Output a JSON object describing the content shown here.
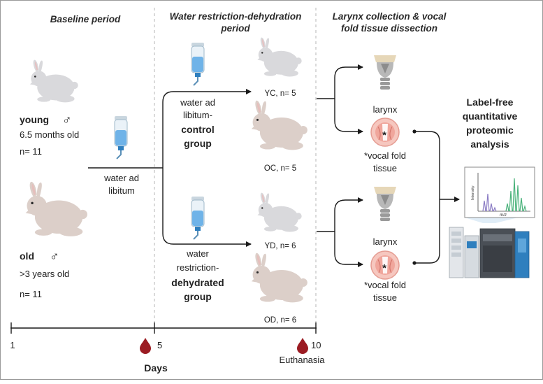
{
  "headers": {
    "baseline": "Baseline period",
    "restriction_line1": "Water restriction-dehydration",
    "restriction_line2": "period",
    "collection_line1": "Larynx collection & vocal",
    "collection_line2": "fold tissue dissection"
  },
  "baseline": {
    "young_label": "young",
    "young_age": "6.5 months old",
    "young_n": "n= 11",
    "old_label": "old",
    "old_age": ">3 years old",
    "old_n": "n= 11",
    "male_symbol": "♂",
    "water_line1": "water ad",
    "water_line2": "libitum"
  },
  "control_group": {
    "line1": "water ad",
    "line2": "libitum-",
    "line3": "control",
    "line4": "group"
  },
  "dehydrated_group": {
    "line1": "water",
    "line2": "restriction-",
    "line3": "dehydrated",
    "line4": "group"
  },
  "subgroups": {
    "yc": "YC, n= 5",
    "oc": "OC, n= 5",
    "yd": "YD, n= 6",
    "od": "OD, n= 6"
  },
  "tissues": {
    "larynx_top": "larynx",
    "vocal_top_line1": "*vocal fold",
    "vocal_top_line2": "tissue",
    "larynx_bottom": "larynx",
    "vocal_bottom_line1": "*vocal fold",
    "vocal_bottom_line2": "tissue",
    "asterisk": "*"
  },
  "analysis": {
    "line1": "Label-free",
    "line2": "quantitative",
    "line3": "proteomic",
    "line4": "analysis",
    "spectrum_ylabel": "Intensity",
    "spectrum_xlabel": "m/z"
  },
  "timeline": {
    "tick_1": "1",
    "tick_5": "5",
    "tick_10": "10",
    "axis_label": "Days",
    "end_label": "Euthanasia"
  },
  "colors": {
    "rabbit_young": "#d9d9dc",
    "rabbit_old": "#dccfc9",
    "blood": "#9b1b22",
    "bottle": "#6fb3e8",
    "tissue_pink": "#f2b9b0",
    "spectrum_purple": "#8a7bc4",
    "spectrum_green": "#49b27a"
  },
  "icons": [
    "rabbit-icon",
    "water-bottle-icon",
    "larynx-icon",
    "vocal-fold-icon",
    "blood-drop-icon",
    "mass-spectrometer-icon",
    "spectrum-plot-icon"
  ]
}
